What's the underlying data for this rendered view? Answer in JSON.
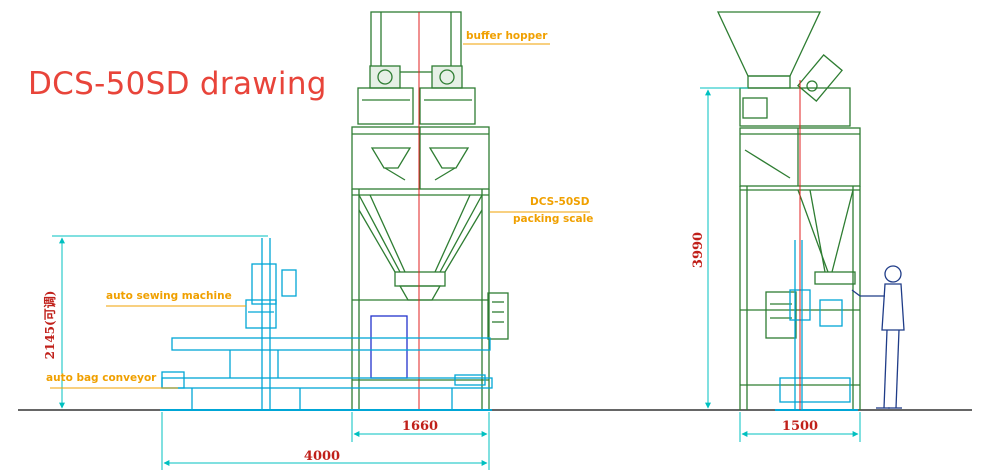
{
  "title": "DCS-50SD drawing",
  "labels": {
    "buffer_hopper": "buffer hopper",
    "packing_scale_line1": "DCS-50SD",
    "packing_scale_line2": "packing scale",
    "auto_sewing_machine": "auto sewing machine",
    "auto_bag_conveyor": "auto bag conveyor"
  },
  "dimensions": {
    "machine_width": "1660",
    "total_length": "4000",
    "side_width": "1500",
    "total_height": "3990",
    "sewing_height": "2145(可调)"
  },
  "colors": {
    "title": "#e8443a",
    "label": "#f0a000",
    "machine": "#2e7d32",
    "conveyor": "#00a6d6",
    "dimension": "#00c0c0",
    "centerline": "#e02020",
    "ground": "#333333"
  }
}
